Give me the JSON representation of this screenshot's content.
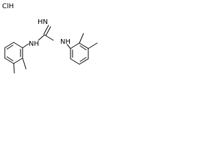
{
  "molecule": {
    "salt_label": "ClH",
    "imine_label": "HN",
    "left_amine_label": "NH",
    "right_amine_label": "NH"
  },
  "colors": {
    "bond": "#000000",
    "text": "#000000",
    "background": "#ffffff"
  }
}
